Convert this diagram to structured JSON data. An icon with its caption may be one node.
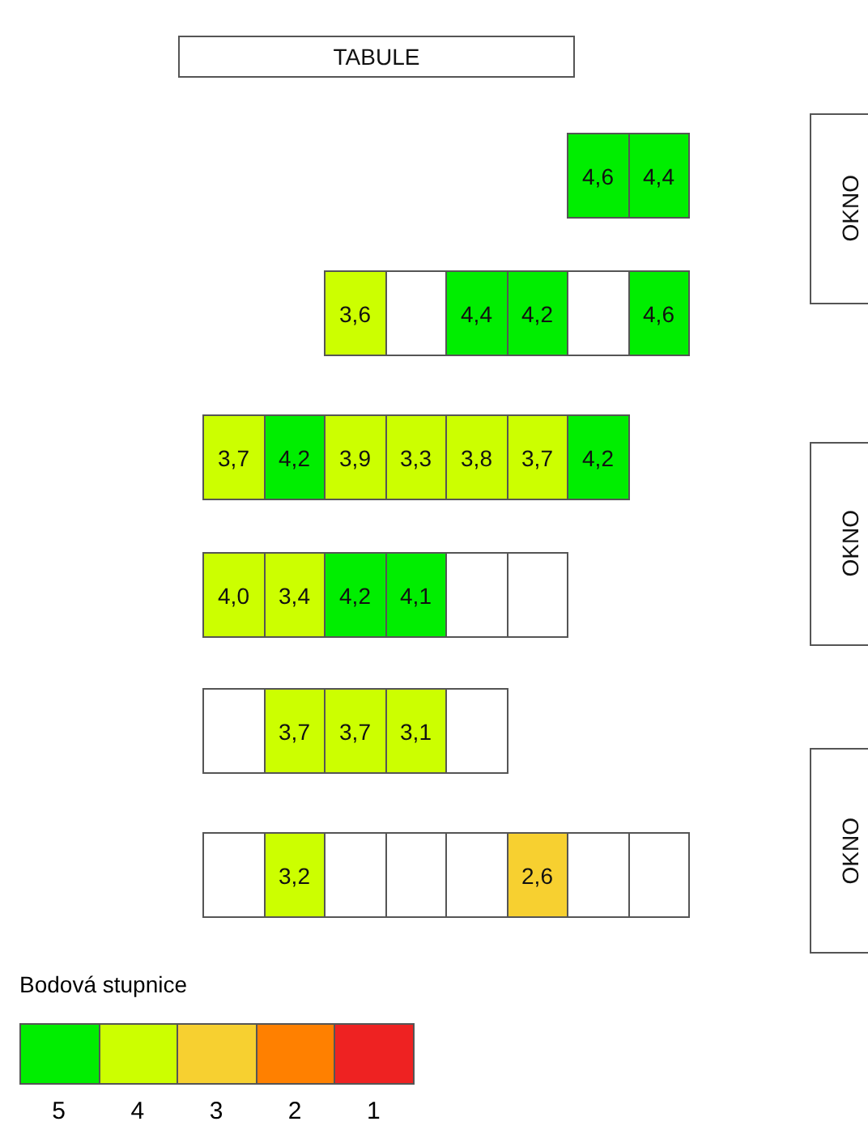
{
  "diagram": {
    "nodes": [
      {
        "text": [
          "TABULE"
        ]
      },
      {
        "text": [
          "4,6"
        ]
      },
      {
        "text": [
          "4,4"
        ]
      },
      {
        "text": [
          "OKNO"
        ]
      },
      {
        "text": [
          "3,6"
        ]
      },
      {
        "text": [],
        "shape": "box"
      },
      {
        "text": [
          "4,4"
        ]
      },
      {
        "text": [
          "4,2"
        ]
      },
      {
        "text": [],
        "shape": "box"
      },
      {
        "text": [
          "4,6"
        ]
      },
      {
        "text": [
          "3,7"
        ]
      },
      {
        "text": [
          "4,2"
        ]
      },
      {
        "text": [
          "3,9"
        ]
      },
      {
        "text": [
          "3,3"
        ]
      },
      {
        "text": [
          "3,8"
        ]
      },
      {
        "text": [
          "3,7"
        ]
      },
      {
        "text": [
          "4,2"
        ]
      },
      {
        "text": [
          "OKNO"
        ]
      },
      {
        "text": [
          "4,0"
        ]
      },
      {
        "text": [
          "3,4"
        ]
      },
      {
        "text": [
          "4,2"
        ]
      },
      {
        "text": [
          "4,1"
        ]
      },
      {
        "text": [],
        "shape": "box"
      },
      {
        "text": [],
        "shape": "box"
      },
      {
        "text": [],
        "shape": "box"
      },
      {
        "text": [
          "3,7"
        ]
      },
      {
        "text": [
          "3,7"
        ]
      },
      {
        "text": [
          "3,1"
        ]
      },
      {
        "text": [],
        "shape": "box"
      },
      {
        "text": [
          "OKNO"
        ]
      },
      {
        "text": [],
        "shape": "box"
      },
      {
        "text": [
          "3,2"
        ]
      },
      {
        "text": [],
        "shape": "box"
      },
      {
        "text": [],
        "shape": "box"
      },
      {
        "text": [],
        "shape": "box"
      },
      {
        "text": [
          "2,6"
        ]
      },
      {
        "text": [],
        "shape": "box"
      },
      {
        "text": [],
        "shape": "box"
      }
    ],
    "labels": [
      "Bodová stupnice"
    ],
    "legend": [
      {
        "text": "5",
        "color": "#00ee00"
      },
      {
        "text": "4",
        "color": "#ccff00"
      },
      {
        "text": "3",
        "color": "#f7d030"
      },
      {
        "text": "2",
        "color": "#ff8000"
      },
      {
        "text": "1",
        "color": "#ee2222"
      }
    ]
  }
}
